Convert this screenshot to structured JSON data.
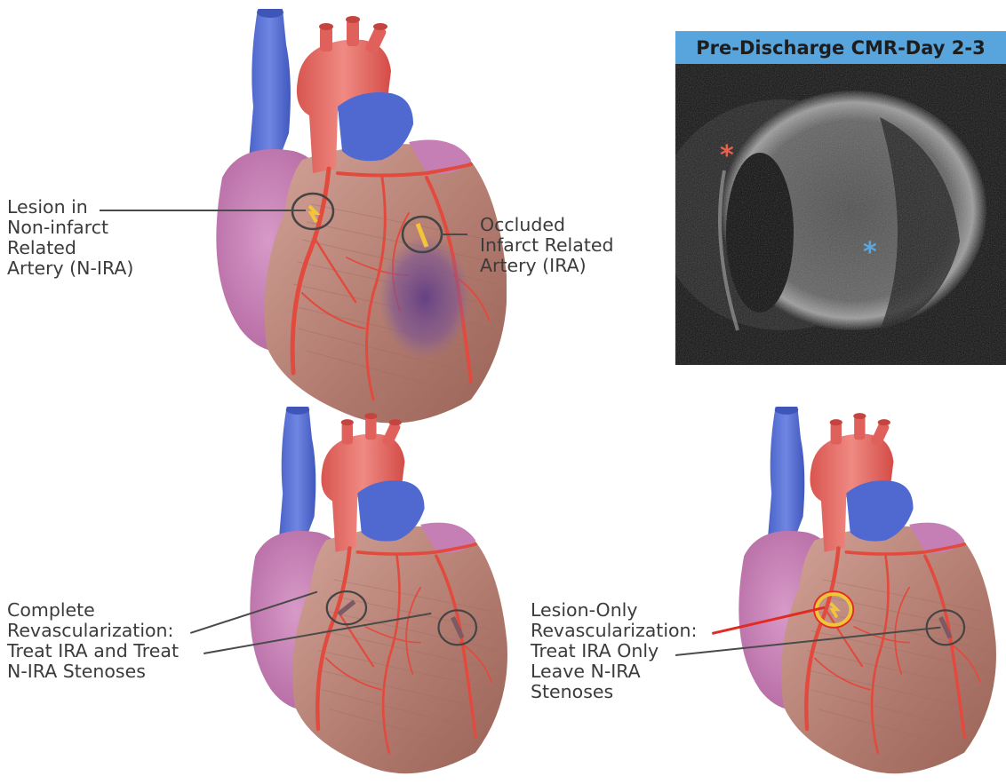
{
  "colors": {
    "vein_blue": "#5a74d8",
    "aorta_red": "#e66a65",
    "atrium_pink": "#c77bb3",
    "ventricle_brown": "#b98a7f",
    "artery_red": "#e24a3e",
    "infarct_purple": "#7a4f8f",
    "stent_yellow": "#f2c43a",
    "cmr_header_blue": "#58a4dc",
    "asterisk_red": "#e8604e",
    "asterisk_blue": "#5aa7e0",
    "leader_gray": "#4a4a4a",
    "leader_red": "#e02a22"
  },
  "top_left": {
    "lesion_label": "Lesion in\nNon-infarct\nRelated\nArtery (N-IRA)",
    "occluded_label": "Occluded\nInfarct Related\nArtery (IRA)"
  },
  "cmr": {
    "title": "Pre-Discharge CMR-Day 2-3",
    "asterisk_red": "*",
    "asterisk_blue": "*"
  },
  "bottom_left": {
    "label": "Complete\nRevascularization:\nTreat IRA and Treat\nN-IRA Stenoses"
  },
  "bottom_right": {
    "label": "Lesion-Only\nRevascularization:\nTreat IRA Only\nLeave N-IRA\nStenoses"
  }
}
